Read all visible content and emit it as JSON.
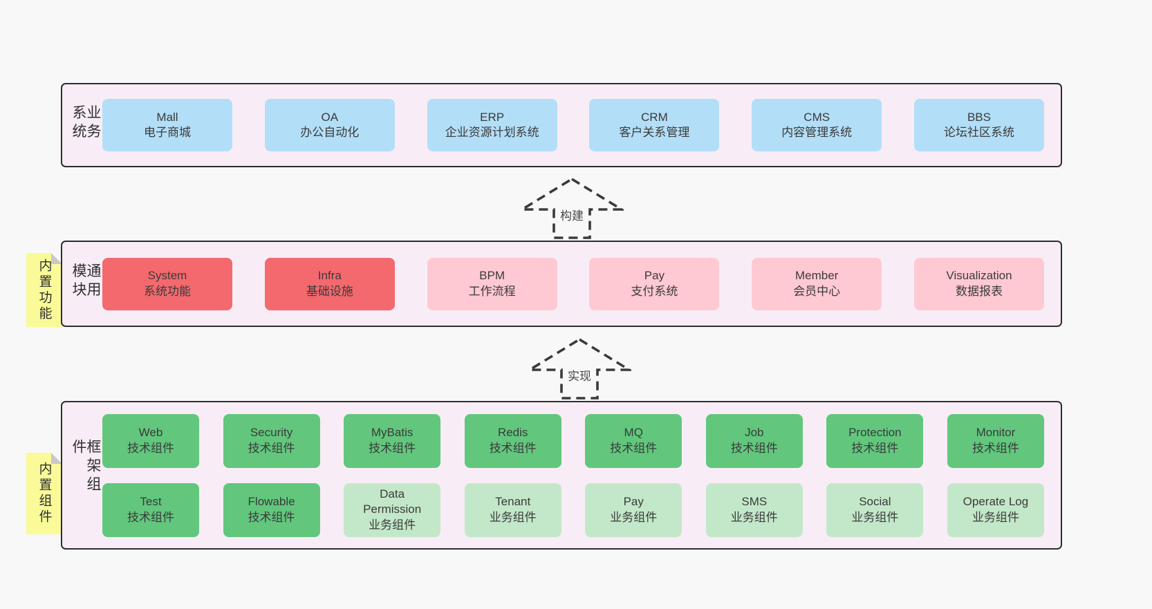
{
  "page": {
    "background": "#f8f8f8"
  },
  "colors": {
    "container_bg": "#f8edf6",
    "container_border": "#2d2d2d",
    "blue_box": "#b3def7",
    "red_box": "#f3696d",
    "pink_box": "#ffc9d3",
    "green_box": "#62c77d",
    "light_green_box": "#c3e8c9",
    "sticky_note": "#fafa98",
    "note_fold": "#c8c8c8",
    "text": "#3a3a3a"
  },
  "layers": [
    {
      "name": "business-systems",
      "side_label": "业务系统",
      "sticky_note": "",
      "rows": [
        [
          {
            "title": "Mall",
            "subtitle": "电子商城",
            "variant": "blue"
          },
          {
            "title": "OA",
            "subtitle": "办公自动化",
            "variant": "blue"
          },
          {
            "title": "ERP",
            "subtitle": "企业资源计划系统",
            "variant": "blue"
          },
          {
            "title": "CRM",
            "subtitle": "客户关系管理",
            "variant": "blue"
          },
          {
            "title": "CMS",
            "subtitle": "内容管理系统",
            "variant": "blue"
          },
          {
            "title": "BBS",
            "subtitle": "论坛社区系统",
            "variant": "blue"
          }
        ]
      ]
    },
    {
      "name": "common-modules",
      "side_label": "通用模块",
      "sticky_note": "内置功能",
      "rows": [
        [
          {
            "title": "System",
            "subtitle": "系统功能",
            "variant": "red"
          },
          {
            "title": "Infra",
            "subtitle": "基础设施",
            "variant": "red"
          },
          {
            "title": "BPM",
            "subtitle": "工作流程",
            "variant": "pink"
          },
          {
            "title": "Pay",
            "subtitle": "支付系统",
            "variant": "pink"
          },
          {
            "title": "Member",
            "subtitle": "会员中心",
            "variant": "pink"
          },
          {
            "title": "Visualization",
            "subtitle": "数据报表",
            "variant": "pink"
          }
        ]
      ]
    },
    {
      "name": "framework-components",
      "side_label": "框架组件",
      "sticky_note": "内置组件",
      "rows": [
        [
          {
            "title": "Web",
            "subtitle": "技术组件",
            "variant": "green"
          },
          {
            "title": "Security",
            "subtitle": "技术组件",
            "variant": "green"
          },
          {
            "title": "MyBatis",
            "subtitle": "技术组件",
            "variant": "green"
          },
          {
            "title": "Redis",
            "subtitle": "技术组件",
            "variant": "green"
          },
          {
            "title": "MQ",
            "subtitle": "技术组件",
            "variant": "green"
          },
          {
            "title": "Job",
            "subtitle": "技术组件",
            "variant": "green"
          },
          {
            "title": "Protection",
            "subtitle": "技术组件",
            "variant": "green"
          },
          {
            "title": "Monitor",
            "subtitle": "技术组件",
            "variant": "green"
          }
        ],
        [
          {
            "title": "Test",
            "subtitle": "技术组件",
            "variant": "green"
          },
          {
            "title": "Flowable",
            "subtitle": "技术组件",
            "variant": "green"
          },
          {
            "title": "Data\nPermission",
            "subtitle": "业务组件",
            "variant": "lightgreen"
          },
          {
            "title": "Tenant",
            "subtitle": "业务组件",
            "variant": "lightgreen"
          },
          {
            "title": "Pay",
            "subtitle": "业务组件",
            "variant": "lightgreen"
          },
          {
            "title": "SMS",
            "subtitle": "业务组件",
            "variant": "lightgreen"
          },
          {
            "title": "Social",
            "subtitle": "业务组件",
            "variant": "lightgreen"
          },
          {
            "title": "Operate Log",
            "subtitle": "业务组件",
            "variant": "lightgreen"
          }
        ]
      ]
    }
  ],
  "arrows": [
    {
      "label": "构建"
    },
    {
      "label": "实现"
    }
  ]
}
